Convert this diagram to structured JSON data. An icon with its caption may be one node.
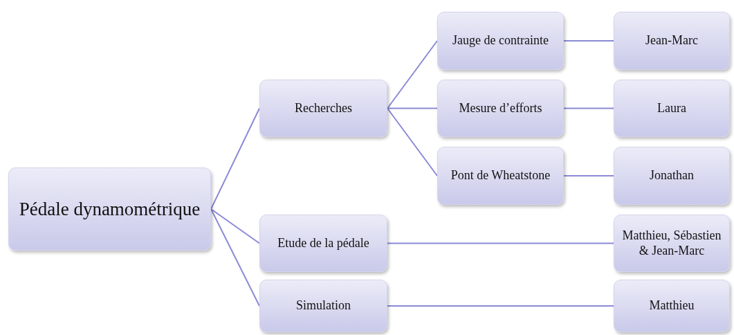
{
  "diagram": {
    "nodes": [
      {
        "text": [
          "Pédale dynamométrique"
        ]
      },
      {
        "text": [
          "Recherches"
        ]
      },
      {
        "text": [
          "Jauge de contrainte"
        ]
      },
      {
        "text": [
          "Jean-Marc"
        ]
      },
      {
        "text": [
          "Mesure d’efforts"
        ]
      },
      {
        "text": [
          "Laura"
        ]
      },
      {
        "text": [
          "Pont de Wheatstone"
        ]
      },
      {
        "text": [
          "Jonathan"
        ]
      },
      {
        "text": [
          "Etude de la pédale"
        ]
      },
      {
        "text": [
          "Matthieu, Sébastien & Jean-Marc"
        ]
      },
      {
        "text": [
          "Simulation"
        ]
      },
      {
        "text": [
          "Matthieu"
        ]
      }
    ],
    "edges": [
      {
        "from": 0,
        "to": 1,
        "arrow": "none"
      },
      {
        "from": 0,
        "to": 8,
        "arrow": "none"
      },
      {
        "from": 0,
        "to": 10,
        "arrow": "none"
      },
      {
        "from": 1,
        "to": 2,
        "arrow": "none"
      },
      {
        "from": 1,
        "to": 4,
        "arrow": "none"
      },
      {
        "from": 1,
        "to": 6,
        "arrow": "none"
      },
      {
        "from": 2,
        "to": 3,
        "arrow": "none"
      },
      {
        "from": 4,
        "to": 5,
        "arrow": "none"
      },
      {
        "from": 6,
        "to": 7,
        "arrow": "none"
      },
      {
        "from": 8,
        "to": 9,
        "arrow": "none"
      },
      {
        "from": 10,
        "to": 11,
        "arrow": "none"
      }
    ]
  }
}
